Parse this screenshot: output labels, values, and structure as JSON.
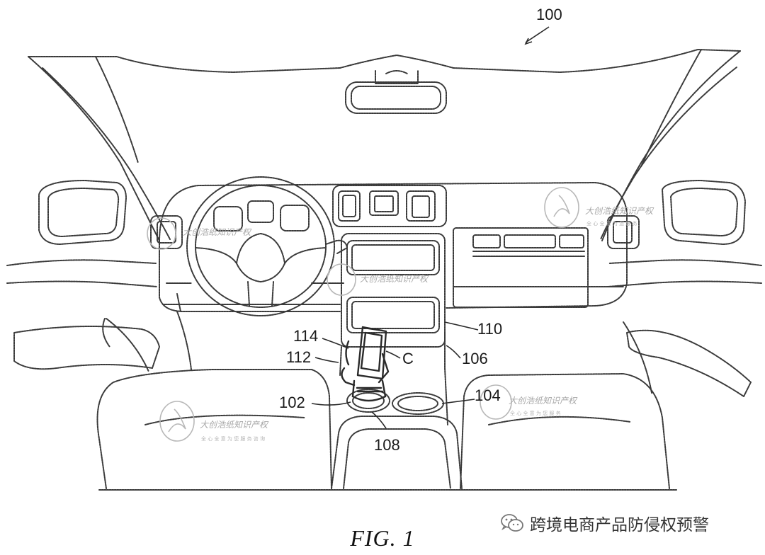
{
  "figure": {
    "caption": "FIG. 1",
    "reference_numerals": {
      "r100": "100",
      "r114": "114",
      "r112": "112",
      "r110": "110",
      "r106": "106",
      "rC": "C",
      "r102": "102",
      "r104": "104",
      "r108": "108"
    }
  },
  "watermark": {
    "account_name": "跨境电商产品防侵权预警",
    "icon": "wechat-icon"
  }
}
